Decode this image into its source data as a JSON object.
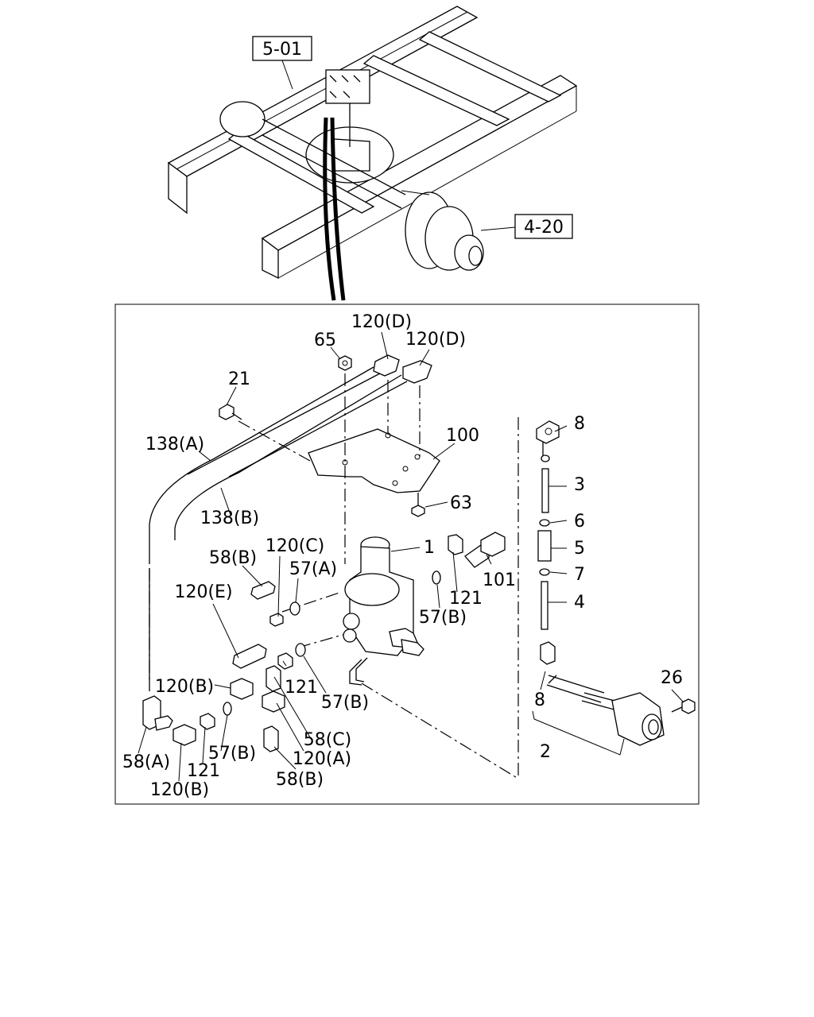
{
  "references": {
    "ref_frame": "5-01",
    "ref_axle": "4-20"
  },
  "callouts": {
    "c_120D_a": "120(D)",
    "c_120D_b": "120(D)",
    "c_65": "65",
    "c_21": "21",
    "c_138A": "138(A)",
    "c_100": "100",
    "c_138B": "138(B)",
    "c_63": "63",
    "c_8_top": "8",
    "c_3": "3",
    "c_6": "6",
    "c_5": "5",
    "c_7": "7",
    "c_4": "4",
    "c_1": "1",
    "c_58B_top": "58(B)",
    "c_120C": "120(C)",
    "c_57A": "57(A)",
    "c_101": "101",
    "c_121_right": "121",
    "c_120E": "120(E)",
    "c_57B_mid": "57(B)",
    "c_121_mid": "121",
    "c_57B_low": "57(B)",
    "c_120B_top": "120(B)",
    "c_58C": "58(C)",
    "c_120A": "120(A)",
    "c_58B_bottom": "58(B)",
    "c_57B_bottom": "57(B)",
    "c_121_bottom": "121",
    "c_58A": "58(A)",
    "c_120B_bottom": "120(B)",
    "c_8_bottom": "8",
    "c_26": "26",
    "c_2": "2"
  }
}
